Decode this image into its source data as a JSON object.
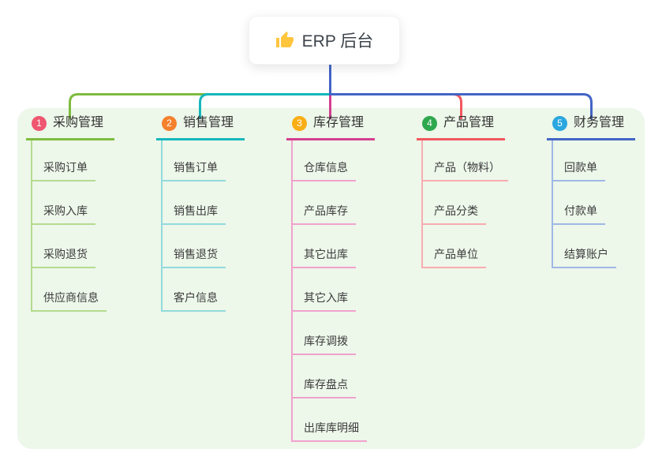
{
  "canvas": {
    "panel_bg": "#EDF7EA",
    "root_line_color": "#4365C5",
    "text_color": "#333333"
  },
  "root": {
    "label": "ERP 后台",
    "icon": "thumbs-up-icon",
    "icon_color": "#FFC53D"
  },
  "branches": [
    {
      "index": "1",
      "label": "采购管理",
      "badge_color": "#EF5670",
      "line_color": "#7FBC3F",
      "light_color": "#B4DB90",
      "children": [
        "采购订单",
        "采购入库",
        "采购退货",
        "供应商信息"
      ]
    },
    {
      "index": "2",
      "label": "销售管理",
      "badge_color": "#F5812D",
      "line_color": "#16B7BD",
      "light_color": "#92DADD",
      "children": [
        "销售订单",
        "销售出库",
        "销售退货",
        "客户信息"
      ]
    },
    {
      "index": "3",
      "label": "库存管理",
      "badge_color": "#FAAE16",
      "line_color": "#D43F90",
      "light_color": "#F0A2CE",
      "children": [
        "仓库信息",
        "产品库存",
        "其它出库",
        "其它入库",
        "库存调拨",
        "库存盘点",
        "出库库明细"
      ]
    },
    {
      "index": "4",
      "label": "产品管理",
      "badge_color": "#2EA84E",
      "line_color": "#F2575E",
      "light_color": "#F8ACAF",
      "children": [
        "产品（物料）",
        "产品分类",
        "产品单位"
      ]
    },
    {
      "index": "5",
      "label": "财务管理",
      "badge_color": "#2BA7DF",
      "line_color": "#4365C5",
      "light_color": "#A0B8E6",
      "children": [
        "回款单",
        "付款单",
        "结算账户"
      ]
    }
  ]
}
